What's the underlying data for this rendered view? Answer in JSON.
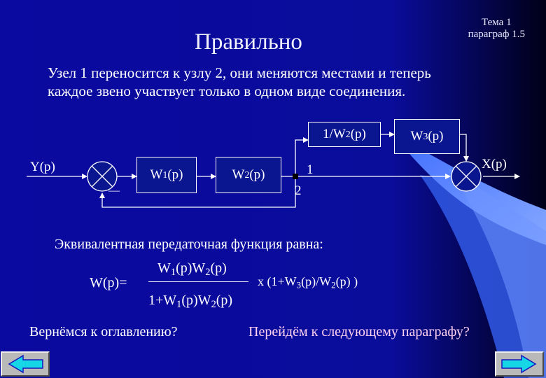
{
  "slide": {
    "topic_line1": "Тема 1",
    "topic_line2": "параграф 1.5",
    "title": "Правильно",
    "description_line1": "Узел 1 переносится к узлу 2, они меняются местами и теперь",
    "description_line2": "каждое звено участвует только в одном виде соединения."
  },
  "diagram": {
    "input_label": "Y(p)",
    "output_label": "X(p)",
    "minus_sign": "—",
    "node1_label": "1",
    "node2_label": "2",
    "block_w1": {
      "main": "W",
      "sub": "1",
      "tail": "(p)"
    },
    "block_w2": {
      "main": "W",
      "sub": "2",
      "tail": "(p)"
    },
    "block_inv_w2": {
      "main": "1/W",
      "sub": "2",
      "tail": "(p)"
    },
    "block_w3": {
      "main": "W",
      "sub": "3",
      "tail": "(p)"
    }
  },
  "equation": {
    "intro": "Эквивалентная передаточная функция равна:",
    "lhs": "W(p)=",
    "numerator": {
      "a": "W",
      "a_sub": "1",
      "b": "(p)W",
      "b_sub": "2",
      "c": "(p)"
    },
    "denominator": {
      "a": "1+W",
      "a_sub": "1",
      "b": "(p)W",
      "b_sub": "2",
      "c": "(p)"
    },
    "multiplier": {
      "a": "х (1+W",
      "a_sub": "3",
      "b": "(p)/W",
      "b_sub": "2",
      "c": "(p) )"
    }
  },
  "navigation": {
    "toc_link": "Вернёмся к оглавлению?",
    "next_link": "Перейдём к следующему параграфу?",
    "prev_button_icon": "arrow-left-icon",
    "next_button_icon": "arrow-right-icon"
  },
  "colors": {
    "background": "#0a0aa0",
    "swoosh_light": "#5b8bff",
    "swoosh_dark": "#000010",
    "text": "#ffffff",
    "next_link": "#ffd1f0",
    "nav_button": "#b9b9b9",
    "nav_arrow_fill": "#17d7e6",
    "nav_arrow_stroke": "#1515c0"
  }
}
